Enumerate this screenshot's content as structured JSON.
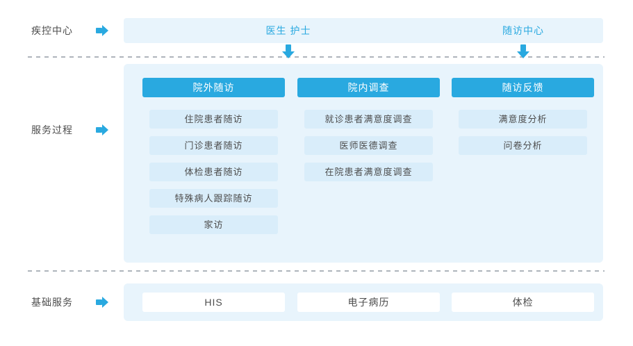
{
  "colors": {
    "accent": "#29A9E0",
    "panel": "#E8F4FC",
    "item": "#D9EDFA",
    "text": "#4D4D4D"
  },
  "top": {
    "label": "疾控中心",
    "actors": [
      {
        "label": "医生 护士"
      },
      {
        "label": "随访中心"
      }
    ]
  },
  "process": {
    "label": "服务过程",
    "columns": [
      {
        "header": "院外随访",
        "items": [
          "住院患者随访",
          "门诊患者随访",
          "体检患者随访",
          "特殊病人跟踪随访",
          "家访"
        ]
      },
      {
        "header": "院内调查",
        "items": [
          "就诊患者满意度调查",
          "医师医德调查",
          "在院患者满意度调查"
        ]
      },
      {
        "header": "随访反馈",
        "items": [
          "满意度分析",
          "问卷分析"
        ]
      }
    ]
  },
  "base": {
    "label": "基础服务",
    "services": [
      "HIS",
      "电子病历",
      "体检"
    ]
  }
}
